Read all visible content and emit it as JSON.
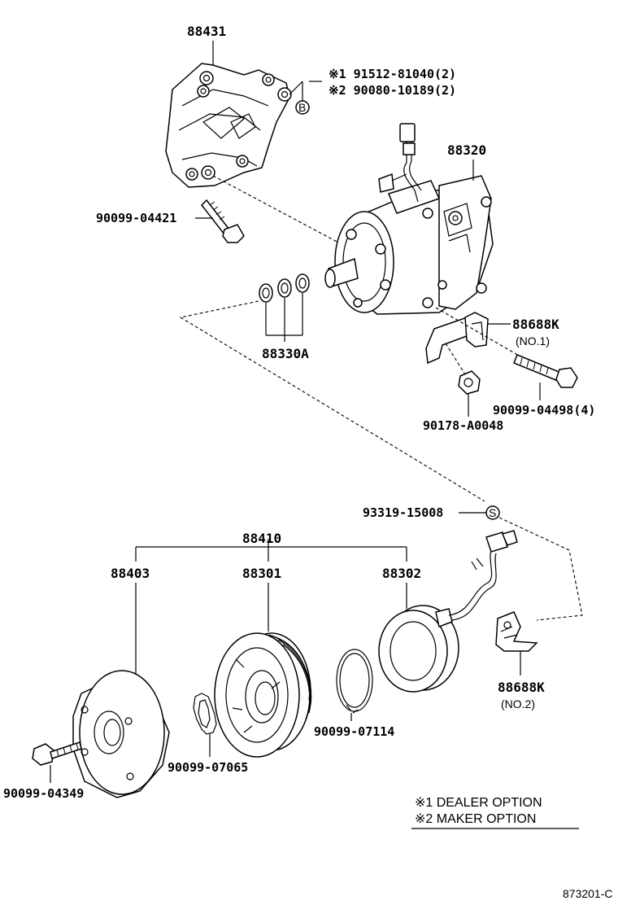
{
  "parts": {
    "p88431": "88431",
    "p88320": "88320",
    "p90099_04421": "90099-04421",
    "p88330A": "88330A",
    "p88688K_1": "88688K",
    "p88688K_1_sub": "(NO.1)",
    "p90099_04498": "90099-04498(4)",
    "p90178_A0048": "90178-A0048",
    "p93319_15008": "93319-15008",
    "p88410": "88410",
    "p88403": "88403",
    "p88301": "88301",
    "p88302": "88302",
    "p88688K_2": "88688K",
    "p88688K_2_sub": "(NO.2)",
    "p90099_07114": "90099-07114",
    "p90099_07065": "90099-07065",
    "p90099_04349": "90099-04349"
  },
  "callouts": {
    "b_line1": "※1  91512-81040(2)",
    "b_line2": "※2  90080-10189(2)",
    "b_symbol": "B",
    "s_symbol": "S"
  },
  "legend": {
    "line1": "※1  DEALER OPTION",
    "line2": "※2  MAKER OPTION"
  },
  "diagram_id": "873201-C"
}
